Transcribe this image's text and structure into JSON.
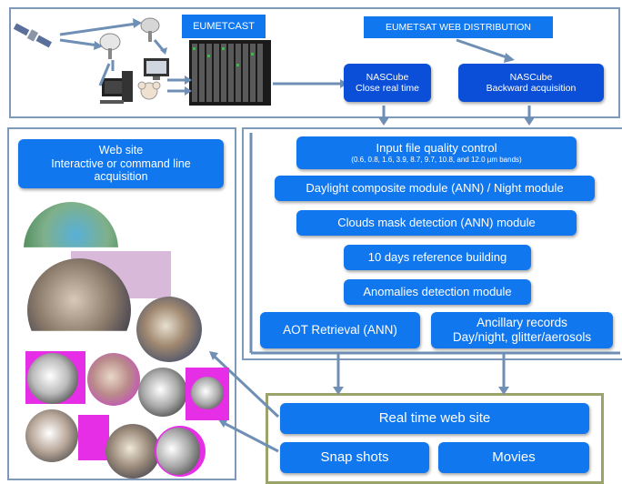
{
  "top": {
    "eumetcast": "EUMETCAST",
    "web_distribution": "EUMETSAT WEB DISTRIBUTION",
    "nascube_close": [
      "NASCube",
      "Close real time"
    ],
    "nascube_backward": [
      "NASCube",
      "Backward acquisition"
    ]
  },
  "left": {
    "website": [
      "Web site",
      "Interactive or command line",
      "acquisition"
    ]
  },
  "pipeline": {
    "input_qc": "Input file quality control",
    "input_qc_bands": "(0.6, 0.8, 1.6, 3.9, 8.7, 9.7, 10.8, and 12.0 µm bands)",
    "daylight": "Daylight composite module (ANN) / Night module",
    "clouds": "Clouds mask detection (ANN) module",
    "reference": "10 days reference building",
    "anomalies": "Anomalies detection module",
    "aot": "AOT Retrieval (ANN)",
    "ancillary": [
      "Ancillary records",
      "Day/night, glitter/aerosols"
    ]
  },
  "outputs": {
    "realtime": "Real time web site",
    "snapshots": "Snap shots",
    "movies": "Movies"
  },
  "colors": {
    "box_blue": "#1177ee",
    "box_dark_blue": "#0b4fd8",
    "frame": "#7f99b8",
    "output_frame": "#9aa36a",
    "arrow": "#6f8fb5",
    "magenta": "#e62ee6"
  },
  "icons": [
    "satellite-icon",
    "dish-icon",
    "server-rack-icon",
    "computer-icon",
    "globe-icon"
  ]
}
